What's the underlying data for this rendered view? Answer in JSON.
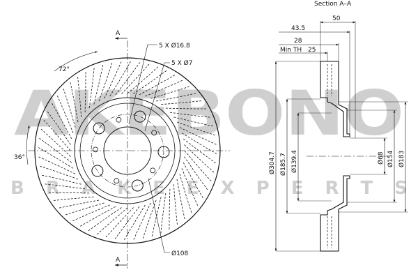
{
  "section_title": "Section A–A",
  "section_mark": "A",
  "front_view": {
    "big_holes_label": "5 X Ø16.8",
    "small_holes_label": "5 X Ø7",
    "pcd_label": "Ø108",
    "angle_72": "72°",
    "angle_36": "36°"
  },
  "section_view": {
    "top_dims": [
      "50",
      "43.5",
      "28"
    ],
    "min_th_label": "Min TH",
    "min_th_value": "25",
    "left_dims": [
      "Ø304.7",
      "Ø185.7",
      "Ø139.4"
    ],
    "right_dims": [
      "Ø68",
      "Ø154",
      "Ø183"
    ]
  },
  "watermark": {
    "brand": "AKEBONO",
    "tagline": "B R A K E   E X P E R T S"
  },
  "colors": {
    "line": "#111111",
    "watermark": "#cfcfcf"
  }
}
